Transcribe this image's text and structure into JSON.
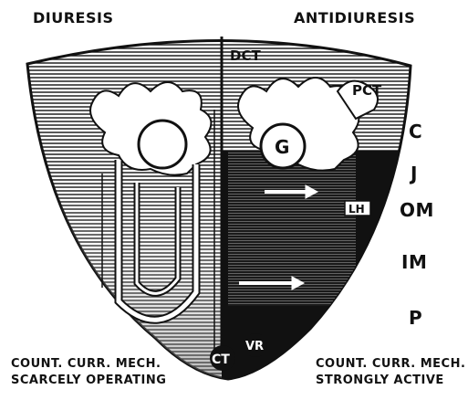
{
  "headings": {
    "left": "DIURESIS",
    "right": "ANTIDIURESIS"
  },
  "segment_labels": {
    "dct": "DCT",
    "pct": "PCT",
    "glomerulus": "G",
    "lh": "LH",
    "ct": "CT",
    "vr": "VR"
  },
  "zones": [
    "C",
    "J",
    "OM",
    "IM",
    "P"
  ],
  "captions": {
    "left": [
      "COUNT. CURR. MECH.",
      "SCARCELY OPERATING"
    ],
    "right": [
      "COUNT. CURR. MECH.",
      "STRONGLY ACTIVE"
    ]
  },
  "colors": {
    "ink": "#111111",
    "paper": "#ffffff"
  }
}
